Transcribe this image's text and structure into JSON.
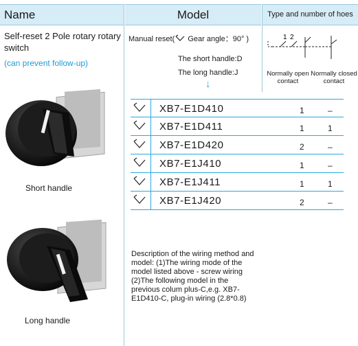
{
  "header": {
    "name": "Name",
    "model": "Model",
    "type": "Type and number of hoes"
  },
  "product": {
    "description": "Self-reset 2 Pole rotary rotary switch",
    "note": "(can prevent follow-up)",
    "short_caption": "Short handle",
    "long_caption": "Long handle"
  },
  "model_info": {
    "manual_prefix": "Manual reset(",
    "manual_suffix": " Gear angle：90°  )",
    "short_handle": "The short handle:D",
    "long_handle": "The long handle:J",
    "arrow": "↓"
  },
  "schematic": {
    "pos1": "1",
    "pos2": "2",
    "no_label": "Normally open contact",
    "nc_label": "Normally closed contact"
  },
  "rows": [
    {
      "code": "XB7-E1D410",
      "no": "1",
      "nc": "–"
    },
    {
      "code": "XB7-E1D411",
      "no": "1",
      "nc": "1"
    },
    {
      "code": "XB7-E1D420",
      "no": "2",
      "nc": "–"
    },
    {
      "code": "XB7-E1J410",
      "no": "1",
      "nc": "–"
    },
    {
      "code": "XB7-E1J411",
      "no": "1",
      "nc": "1"
    },
    {
      "code": "XB7-E1J420",
      "no": "2",
      "nc": "–"
    }
  ],
  "wiring_note": "Description of the wiring method and model: (1)The wiring mode of the model listed above - screw wiring  (2)The following model in the previous colum plus-C,e.g. XB7-E1D410-C, plug-in wiring (2.8*0.8)",
  "colors": {
    "header_bg": "#d6ecf6",
    "accent": "#2aa7e0",
    "note_text": "#1e9bd7"
  }
}
